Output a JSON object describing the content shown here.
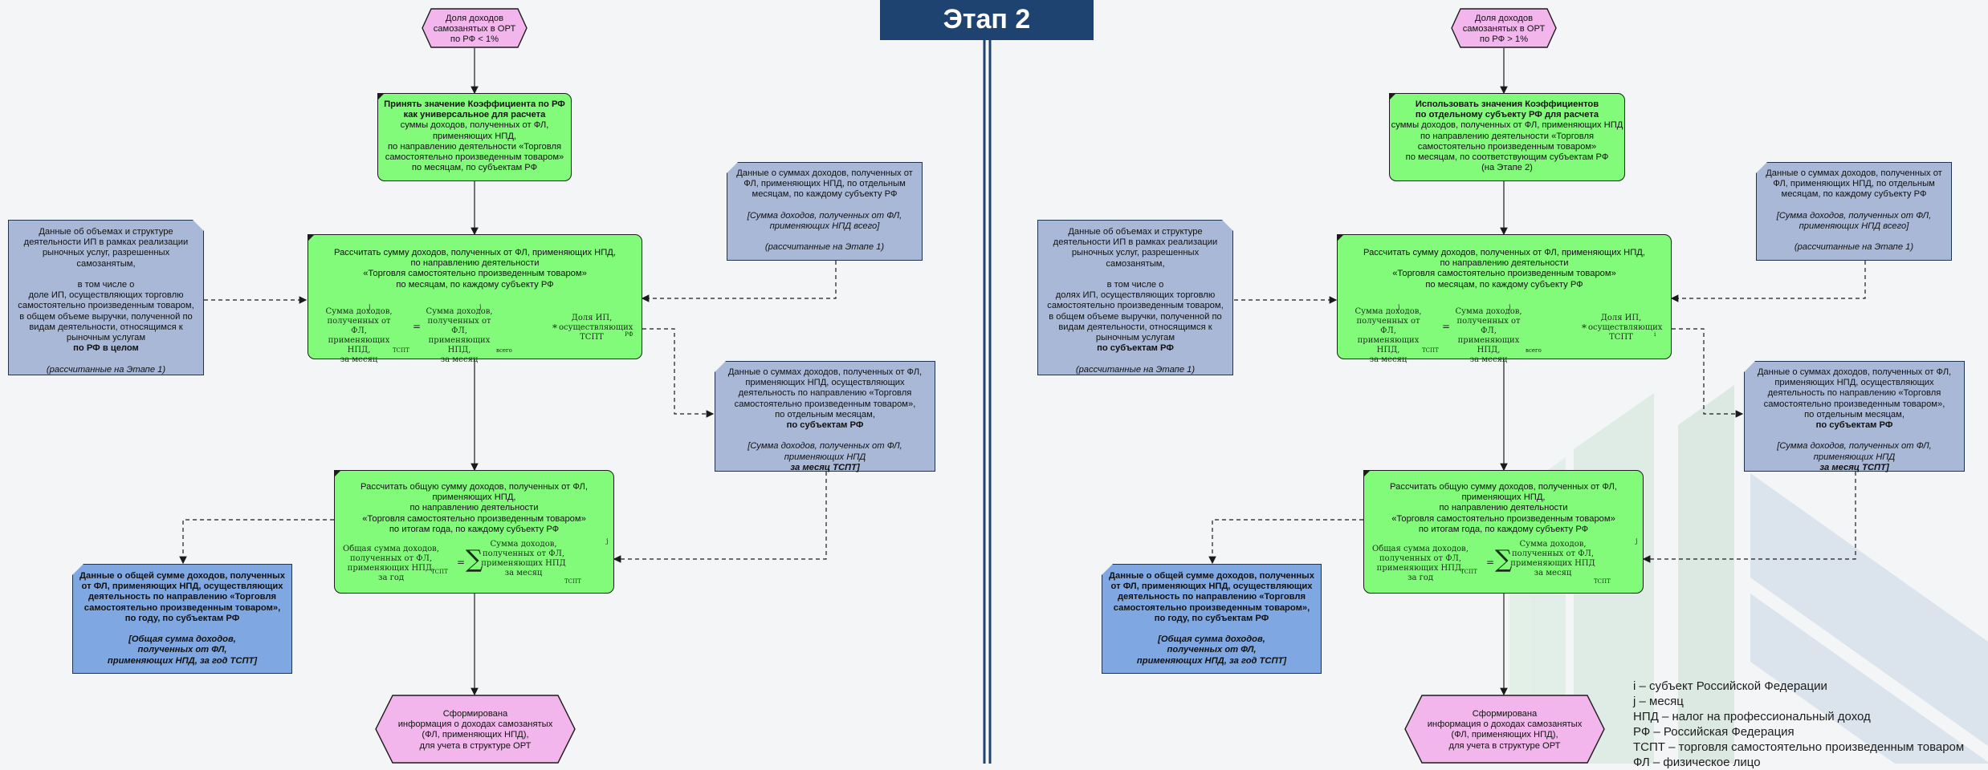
{
  "stage_title": "Этап 2",
  "left": {
    "hex_top": [
      "Доля доходов",
      "самозанятых в ОРТ",
      "по РФ < 1%"
    ],
    "green1": [
      "Принять значение Коэффициента по РФ",
      "как универсальное для расчета",
      "суммы доходов, полученных от ФЛ,",
      "применяющих НПД,",
      "по направлению деятельности «Торговля",
      "самостоятельно произведенным товаром»",
      "по месяцам, по субъектам РФ"
    ],
    "blue_right1": [
      "Данные о суммах доходов, полученных от",
      "ФЛ, применяющих НПД, по отдельным",
      "месяцам, по каждому субъекту РФ",
      "",
      "[Сумма доходов, полученных от ФЛ,",
      "применяющих НПД всего]",
      "",
      "(рассчитанные на Этапе 1)"
    ],
    "blue_left": [
      "Данные об объемах и структуре",
      "деятельности ИП в рамках реализации",
      "рыночных услуг, разрешенных",
      "самозанятым,",
      "",
      "в том числе о",
      "доле ИП, осуществляющих торговлю",
      "самостоятельно произведенным товаром,",
      "в общем объеме выручки, полученной по",
      "видам деятельности, относящимся к",
      "рыночным услугам",
      "по РФ в целом",
      "",
      "(рассчитанные на Этапе 1)"
    ],
    "green2": [
      "Рассчитать сумму доходов, полученных от ФЛ, применяющих НПД,",
      "по направлению деятельности",
      "«Торговля самостоятельно произведенным товаром»",
      "по месяцам, по каждому субъекту РФ"
    ],
    "formula1": {
      "a": [
        "Сумма доходов,",
        "полученных от ФЛ,",
        "применяющих НПД,",
        "за месяц"
      ],
      "a_sub": "ТСПТ",
      "b": [
        "Сумма доходов,",
        "полученных от ФЛ,",
        "применяющих НПД,",
        "за месяц"
      ],
      "b_sub": "всего",
      "c": [
        "Доля ИП,",
        "осуществляющих ТСПТ"
      ],
      "c_sub": "РФ"
    },
    "blue_right2": [
      "Данные о суммах доходов, полученных от ФЛ,",
      "применяющих НПД, осуществляющих",
      "деятельность по направлению «Торговля",
      "самостоятельно произведенным товаром»,",
      "по отдельным месяцам,",
      "по субъектам РФ",
      "",
      "[Сумма доходов, полученных от ФЛ,",
      "применяющих НПД",
      "за месяц ТСПТ]"
    ],
    "green3": [
      "Рассчитать общую сумму доходов, полученных от ФЛ,",
      "применяющих НПД,",
      "по направлению деятельности",
      "«Торговля самостоятельно произведенным товаром»",
      "по итогам года, по каждому субъекту РФ"
    ],
    "formula2": {
      "a": [
        "Общая сумма доходов,",
        "полученных от ФЛ,",
        "применяющих НПД, за год"
      ],
      "a_sub": "ТСПТ",
      "b": [
        "Сумма доходов,",
        "полученных от ФЛ,",
        "применяющих НПД",
        "за месяц"
      ],
      "b_sub": "ТСПТ"
    },
    "blue_out": [
      "Данные о общей сумме доходов, полученных",
      "от ФЛ, применяющих НПД, осуществляющих",
      "деятельность по направлению «Торговля",
      "самостоятельно произведенным товаром»,",
      "по году, по субъектам РФ",
      "",
      "[Общая сумма доходов,",
      "полученных от ФЛ,",
      "применяющих НПД, за год ТСПТ]"
    ],
    "hex_bottom": [
      "Сформирована",
      "информация о доходах самозанятых",
      "(ФЛ, применяющих НПД),",
      "для учета в структуре ОРТ"
    ]
  },
  "right": {
    "hex_top": [
      "Доля доходов",
      "самозанятых в ОРТ",
      "по РФ > 1%"
    ],
    "green1": [
      "Использовать значения Коэффициентов",
      "по отдельному субъекту РФ для расчета",
      "суммы доходов, полученных от ФЛ, применяющих НПД",
      "по направлению деятельности «Торговля",
      "самостоятельно произведенным товаром»",
      "по месяцам, по соответствующим субъектам РФ",
      "(на Этапе 2)"
    ],
    "blue_right1": [
      "Данные о суммах доходов, полученных от",
      "ФЛ, применяющих НПД, по отдельным",
      "месяцам, по каждому субъекту РФ",
      "",
      "[Сумма доходов, полученных от ФЛ,",
      "применяющих НПД всего]",
      "",
      "(рассчитанные на Этапе 1)"
    ],
    "blue_left": [
      "Данные об объемах и структуре",
      "деятельности ИП в рамках реализации",
      "рыночных услуг, разрешенных",
      "самозанятым,",
      "",
      "в том числе о",
      "долях ИП, осуществляющих торговлю",
      "самостоятельно произведенным товаром,",
      "в общем объеме выручки, полученной по",
      "видам деятельности, относящимся к",
      "рыночным услугам",
      "по субъектам РФ",
      "",
      "(рассчитанные на Этапе 1)"
    ],
    "green2": [
      "Рассчитать сумму доходов, полученных от ФЛ, применяющих НПД,",
      "по направлению деятельности",
      "«Торговля самостоятельно произведенным товаром»",
      "по месяцам, по каждому субъекту РФ"
    ],
    "formula1": {
      "a": [
        "Сумма доходов,",
        "полученных от ФЛ,",
        "применяющих НПД,",
        "за месяц"
      ],
      "a_sub": "ТСПТ",
      "b": [
        "Сумма доходов,",
        "полученных от ФЛ,",
        "применяющих НПД,",
        "за месяц"
      ],
      "b_sub": "всего",
      "c": [
        "Доля ИП,",
        "осуществляющих ТСПТ"
      ],
      "c_sub": "i"
    },
    "blue_right2": [
      "Данные о суммах доходов, полученных от ФЛ,",
      "применяющих НПД, осуществляющих",
      "деятельность по направлению «Торговля",
      "самостоятельно произведенным товаром»,",
      "по отдельным месяцам,",
      "по субъектам РФ",
      "",
      "[Сумма доходов, полученных от ФЛ,",
      "применяющих НПД",
      "за месяц ТСПТ]"
    ],
    "green3": [
      "Рассчитать общую сумму доходов, полученных от ФЛ,",
      "применяющих НПД,",
      "по направлению деятельности",
      "«Торговля самостоятельно произведенным товаром»",
      "по итогам года, по каждому субъекту РФ"
    ],
    "formula2": {
      "a": [
        "Общая сумма доходов,",
        "полученных от ФЛ,",
        "применяющих НПД, за год"
      ],
      "a_sub": "ТСПТ",
      "b": [
        "Сумма доходов,",
        "полученных от ФЛ,",
        "применяющих НПД",
        "за месяц"
      ],
      "b_sub": "ТСПТ"
    },
    "blue_out": [
      "Данные о общей сумме доходов, полученных",
      "от ФЛ, применяющих НПД, осуществляющих",
      "деятельность по направлению «Торговля",
      "самостоятельно произведенным товаром»,",
      "по году, по субъектам РФ",
      "",
      "[Общая сумма доходов,",
      "полученных от ФЛ,",
      "применяющих НПД, за год ТСПТ]"
    ],
    "hex_bottom": [
      "Сформирована",
      "информация о доходах самозанятых",
      "(ФЛ, применяющих НПД),",
      "для учета в структуре ОРТ"
    ]
  },
  "legend": [
    "i – субъект Российской Федерации",
    "j – месяц",
    "НПД – налог на профессиональный доход",
    "РФ – Российская Федерация",
    "ТСПТ – торговля самостоятельно произведенным товаром",
    "ФЛ – физическое лицо"
  ],
  "colors": {
    "green": "#82fb7a",
    "blue": "#a9b8d6",
    "blue_dark": "#7fa7e1",
    "pink": "#f3b6ec",
    "title": "#1f4370"
  }
}
